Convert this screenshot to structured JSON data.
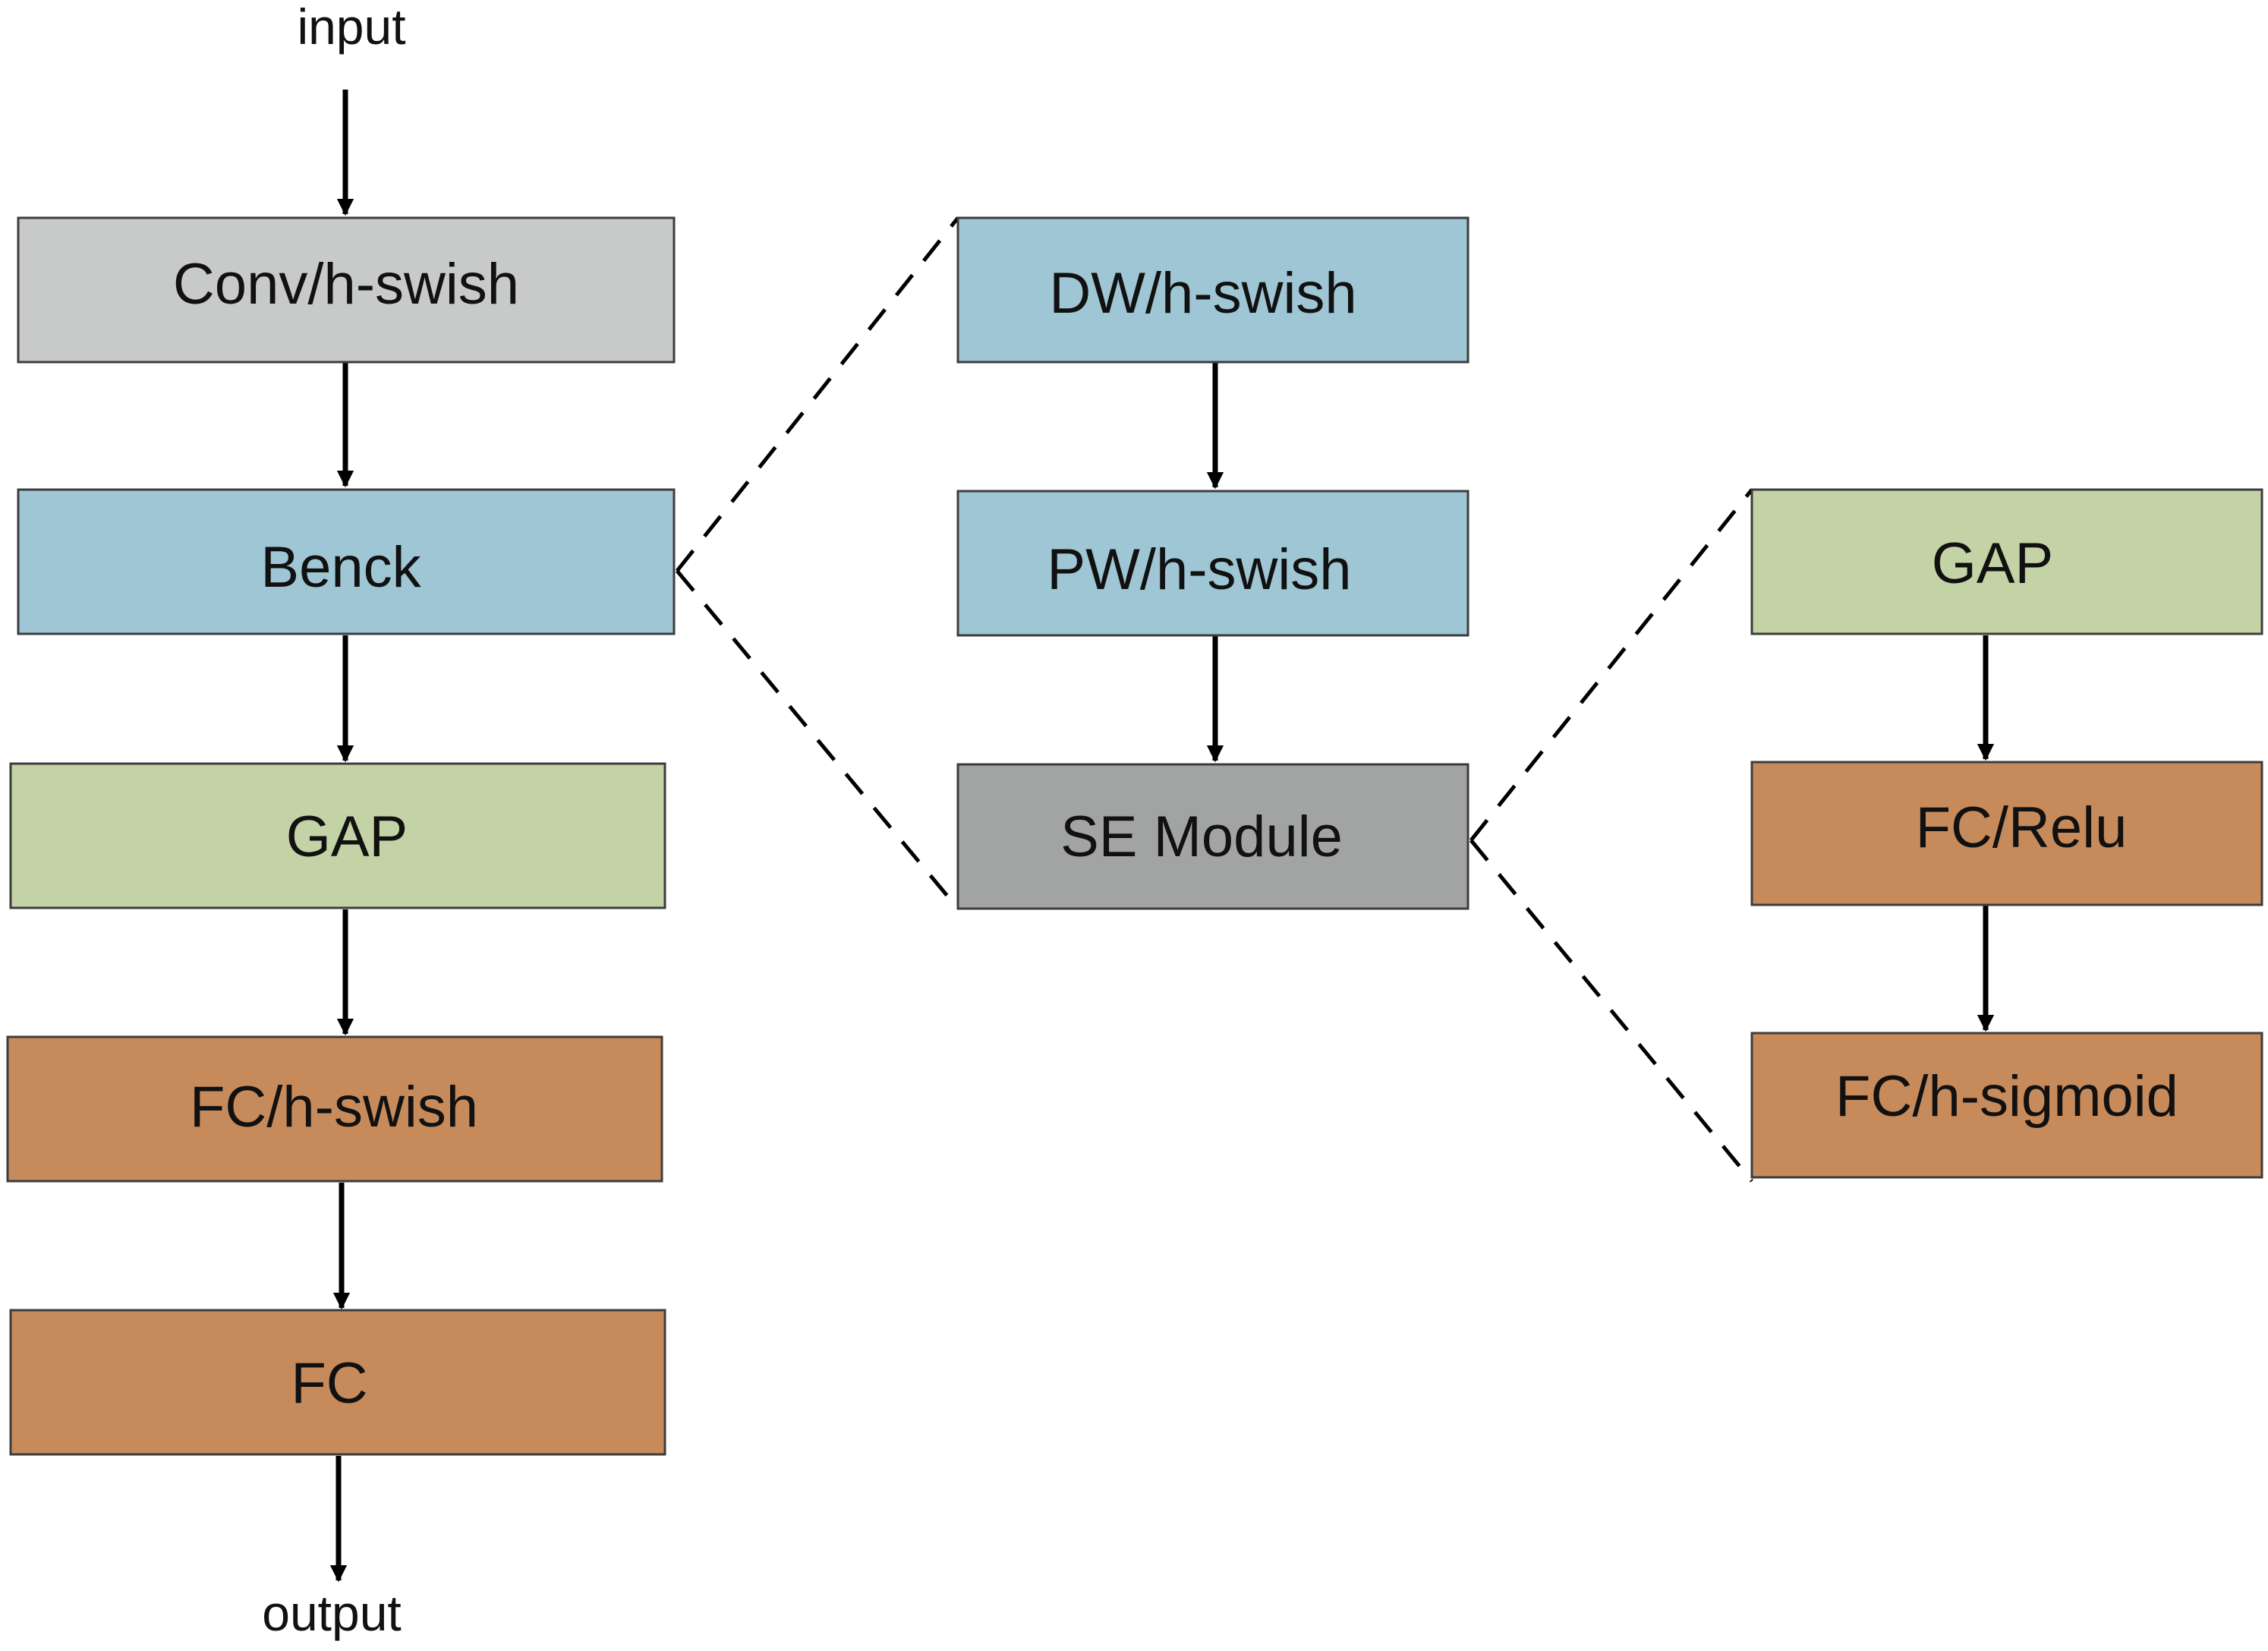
{
  "colors": {
    "gray_light": "#c8cac9",
    "blue": "#9fc6d4",
    "green": "#c4d3a6",
    "orange": "#c78b5b",
    "gray_dark": "#a2a4a3"
  },
  "labels": {
    "input": "input",
    "output": "output"
  },
  "main_column": [
    {
      "id": "conv",
      "label": "Conv/h-swish",
      "color": "gray_light"
    },
    {
      "id": "benck",
      "label": "Benck",
      "color": "blue"
    },
    {
      "id": "gap",
      "label": "GAP",
      "color": "green"
    },
    {
      "id": "fc-hswish",
      "label": "FC/h-swish",
      "color": "orange"
    },
    {
      "id": "fc",
      "label": "FC",
      "color": "orange"
    }
  ],
  "benck_column": [
    {
      "id": "dw",
      "label": "DW/h-swish",
      "color": "blue"
    },
    {
      "id": "pw",
      "label": "PW/h-swish",
      "color": "blue"
    },
    {
      "id": "se",
      "label": "SE Module",
      "color": "gray_dark"
    }
  ],
  "se_column": [
    {
      "id": "se-gap",
      "label": "GAP",
      "color": "green"
    },
    {
      "id": "fc-relu",
      "label": "FC/Relu",
      "color": "orange"
    },
    {
      "id": "fc-hsigmoid",
      "label": "FC/h-sigmoid",
      "color": "orange"
    }
  ]
}
